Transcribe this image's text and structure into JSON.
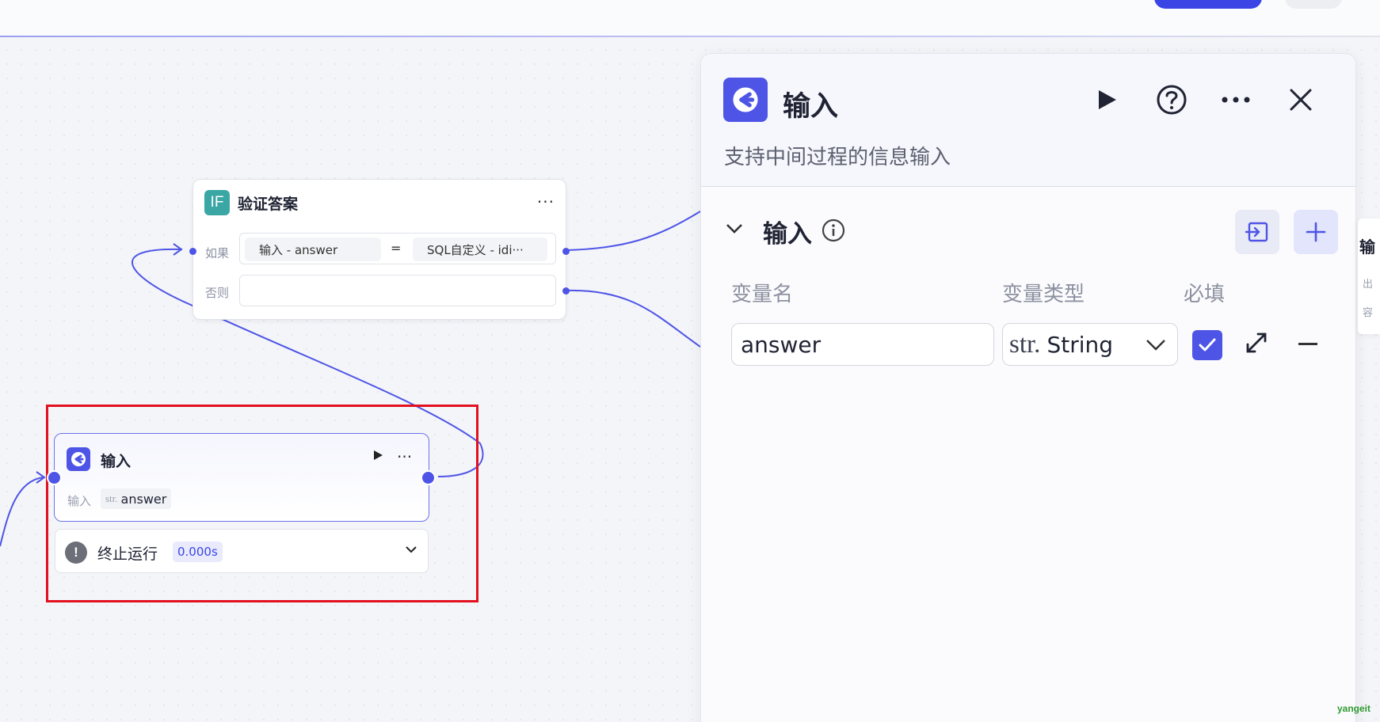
{
  "if_node": {
    "badge": "IF",
    "title": "验证答案",
    "more": "···",
    "if_label": "如果",
    "else_label": "否则",
    "left_operand": "输入  -  answer",
    "operator": "=",
    "right_operand": "SQL自定义  -  idi···"
  },
  "input_node": {
    "title": "输入",
    "more": "···",
    "var_label": "输入",
    "var_type": "str.",
    "var_name": "answer"
  },
  "status": {
    "text": "终止运行",
    "time": "0.000s"
  },
  "panel": {
    "title": "输入",
    "description": "支持中间过程的信息输入",
    "section_title": "输入",
    "col_var_name": "变量名",
    "col_var_type": "变量类型",
    "col_required": "必填",
    "row": {
      "name": "answer",
      "type_prefix": "str.",
      "type": "String",
      "required": true
    }
  },
  "peek": {
    "t1": "输",
    "t2": "出",
    "t3": "容"
  },
  "watermark": "yangeit",
  "colors": {
    "accent": "#4e55e6",
    "if_badge": "#3aa7a4",
    "selection": "#e3101f",
    "primary_button": "#3b45e6"
  }
}
